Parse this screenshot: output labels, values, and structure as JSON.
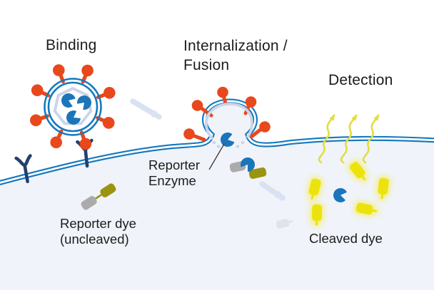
{
  "labels": {
    "binding": "Binding",
    "internalization_line1": "Internalization /",
    "internalization_line2": "Fusion",
    "detection": "Detection",
    "reporter_enzyme_line1": "Reporter",
    "reporter_enzyme_line2": "Enzyme",
    "reporter_dye_line1": "Reporter dye",
    "reporter_dye_line2": "(uncleaved)",
    "cleaved_dye": "Cleaved dye"
  },
  "icons": {
    "virus_particle": "enveloped-virus-with-red-spikes",
    "reporter_enzyme": "blue-pacman-enzyme",
    "cell_receptor": "navy-y-receptor",
    "cell_membrane": "double-blue-line-membrane",
    "uncleaved_dye": "gray-quencher-linked-to-olive-fluorophore",
    "cleaved_dye": "glowing-yellow-fluorophore",
    "emission_signal": "wavy-yellow-arrows"
  },
  "colors": {
    "background": "#ffffff",
    "cell_interior": "#f0f3f9",
    "membrane_blue": "#1379bd",
    "spike_red": "#e8481c",
    "enzyme_blue": "#1b75bb",
    "receptor_navy": "#24406e",
    "capsid_lavender": "#ccd5e9",
    "dye_gray": "#ababab",
    "dye_olive": "#9a9410",
    "dye_yellow": "#ece30f",
    "glow_yellow": "#f5ee7a",
    "arrow_lavender": "#d9e1f2",
    "signal_yellow": "#e3dd3e",
    "text": "#1c1c1c"
  }
}
